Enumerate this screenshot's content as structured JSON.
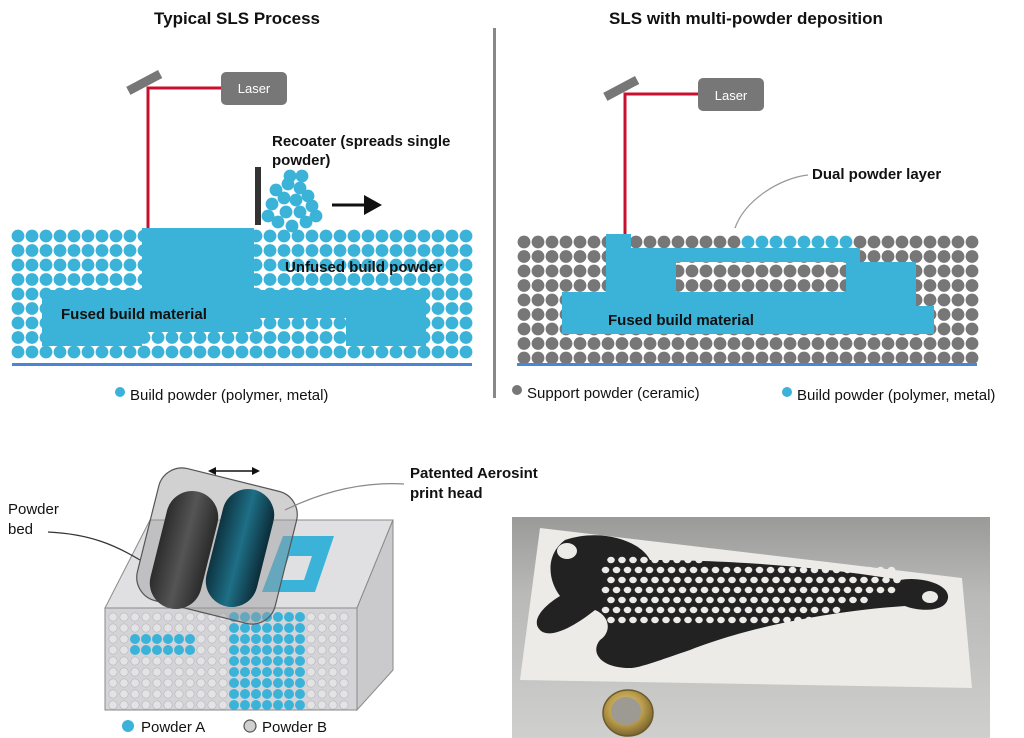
{
  "left_panel": {
    "title": "Typical SLS Process",
    "laser_label": "Laser",
    "recoater_label_line1": "Recoater (spreads single",
    "recoater_label_line2": "powder)",
    "unfused_label": "Unfused build powder",
    "fused_label": "Fused build material",
    "legend_build": "Build powder (polymer, metal)"
  },
  "right_panel": {
    "title": "SLS with multi-powder deposition",
    "laser_label": "Laser",
    "dual_label": "Dual powder layer",
    "fused_label": "Fused build material",
    "legend_support": "Support powder (ceramic)",
    "legend_build": "Build powder (polymer, metal)"
  },
  "bottom_left": {
    "head_label_line1": "Patented Aerosint",
    "head_label_line2": "print head",
    "bed_label_line1": "Powder",
    "bed_label_line2": "bed",
    "legend_a": "Powder A",
    "legend_b": "Powder B"
  },
  "colors": {
    "blue": "#3bb3d9",
    "gray": "#777777",
    "laser_red": "#c8102e",
    "base_blue": "#4a86d8"
  }
}
